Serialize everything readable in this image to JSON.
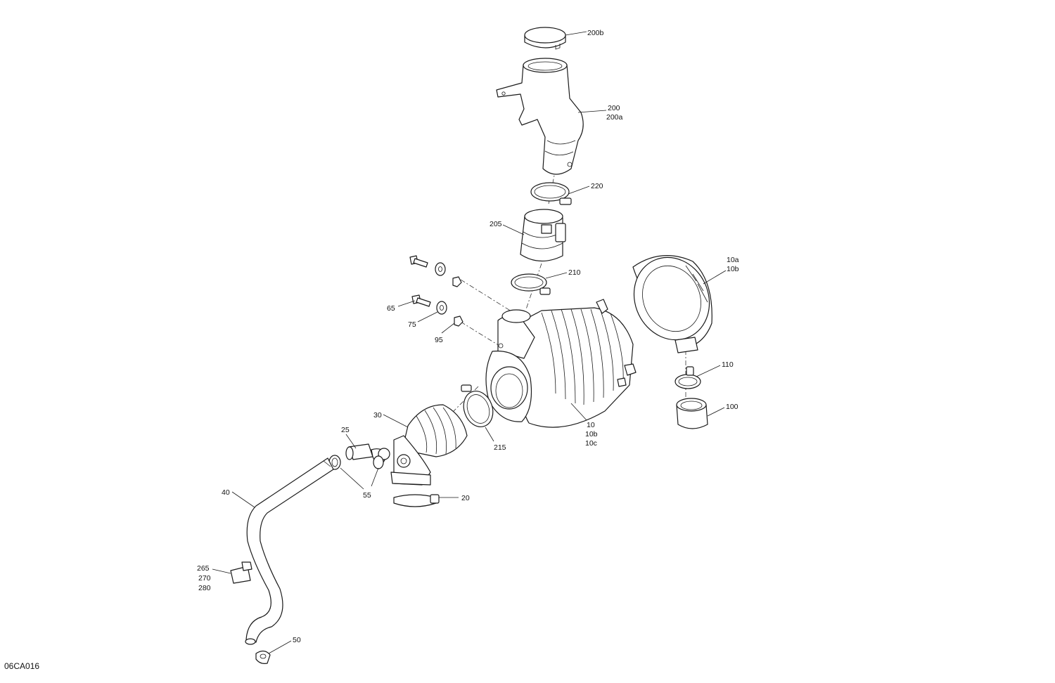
{
  "figure": {
    "code": "06CA016"
  },
  "callouts": {
    "c200b": "200b",
    "c200": "200",
    "c200a": "200a",
    "c220": "220",
    "c205": "205",
    "c210": "210",
    "c10a": "10a",
    "c10b_top": "10b",
    "c65": "65",
    "c75": "75",
    "c95": "95",
    "c110": "110",
    "c100": "100",
    "c30": "30",
    "c25": "25",
    "c215": "215",
    "c10": "10",
    "c10b": "10b",
    "c10c": "10c",
    "c55": "55",
    "c20": "20",
    "c40": "40",
    "c265": "265",
    "c270": "270",
    "c280": "280",
    "c50": "50"
  }
}
